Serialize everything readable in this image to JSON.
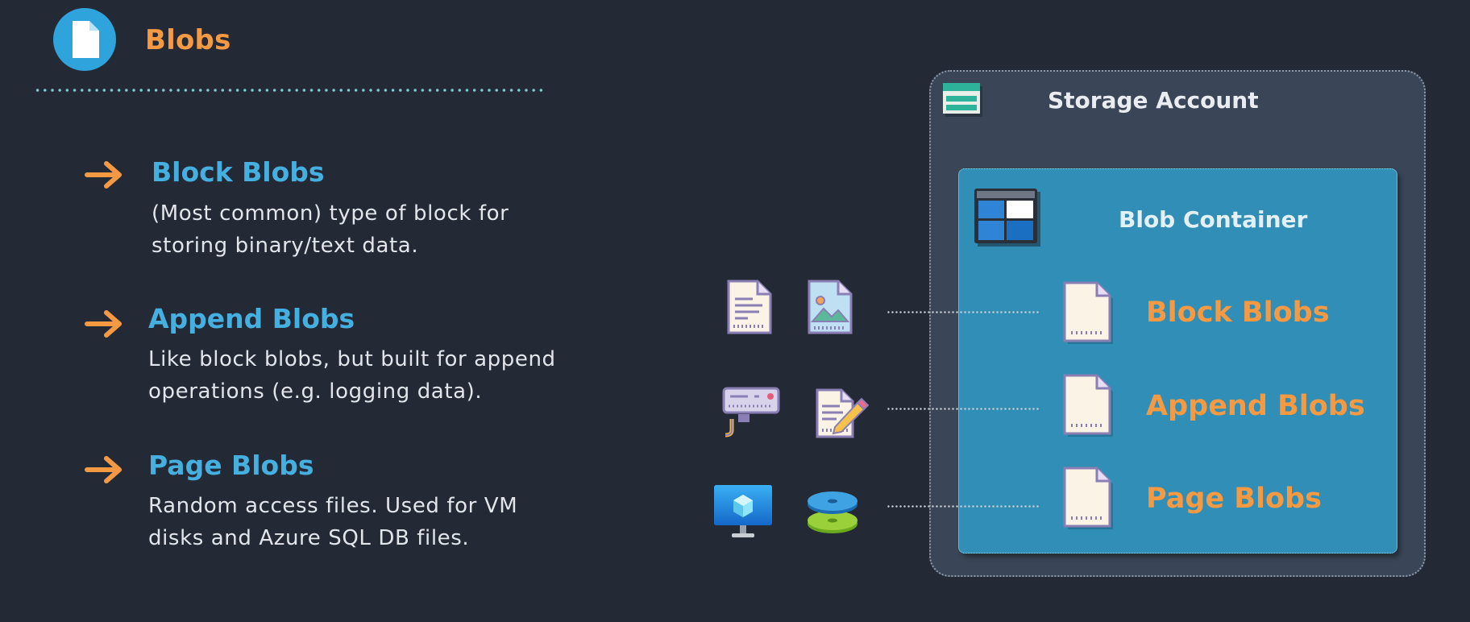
{
  "header": {
    "title": "Blobs",
    "icon": "document-icon"
  },
  "items": [
    {
      "title": "Block Blobs",
      "desc_line1": "(Most common) type of block for",
      "desc_line2": "storing binary/text data."
    },
    {
      "title": "Append Blobs",
      "desc_line1": "Like block blobs, but built for append",
      "desc_line2": "operations (e.g. logging data)."
    },
    {
      "title": "Page Blobs",
      "desc_line1": "Random access files. Used for VM",
      "desc_line2": "disks and Azure SQL DB files."
    }
  ],
  "diagram": {
    "storage_account": "Storage Account",
    "blob_container": "Blob Container",
    "blobs": [
      "Block Blobs",
      "Append Blobs",
      "Page Blobs"
    ],
    "source_icons": [
      [
        "text-document-icon",
        "image-document-icon"
      ],
      [
        "security-camera-icon",
        "edit-document-icon"
      ],
      [
        "virtual-machine-icon",
        "disk-icon"
      ]
    ]
  },
  "colors": {
    "accent": "#f59a43",
    "title_blue": "#45b0e0",
    "background": "#242936"
  }
}
